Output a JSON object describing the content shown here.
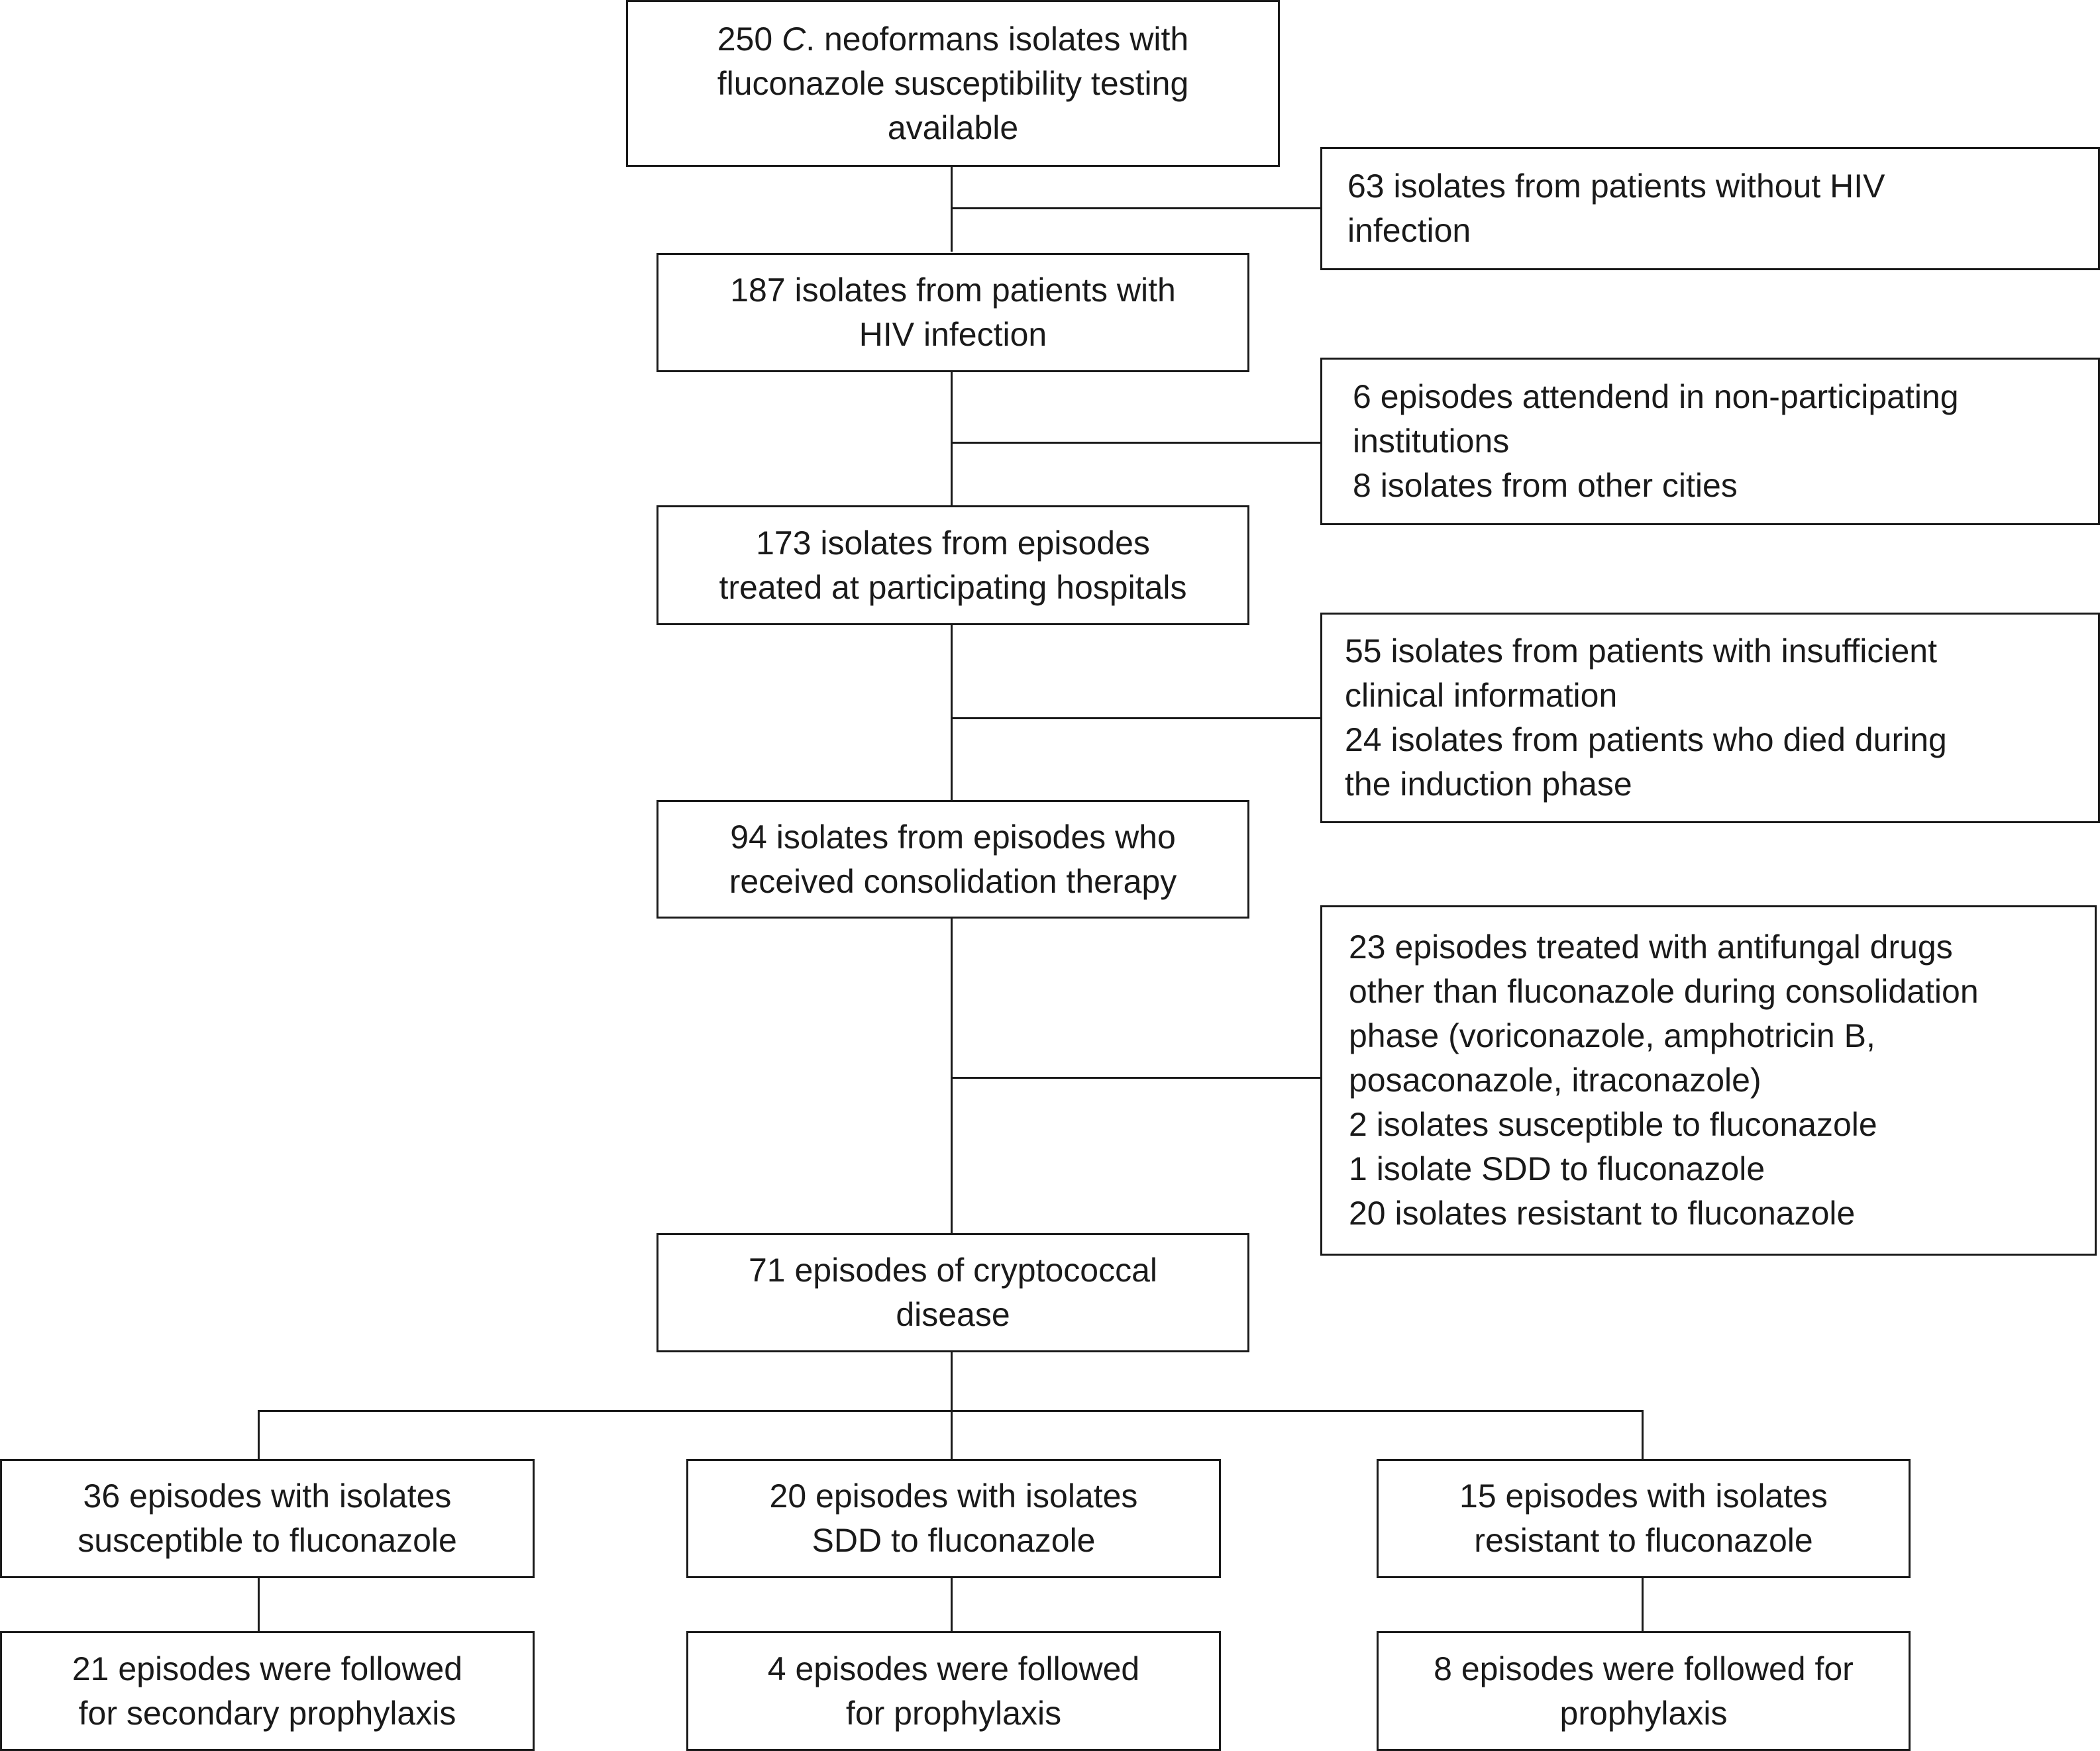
{
  "boxes": {
    "start": [
      "250 ",
      "C",
      ". neoformans isolates with",
      "fluconazole susceptibility testing",
      "available"
    ],
    "excl_hiv": [
      "63 isolates from patients without HIV",
      "infection"
    ],
    "hiv": [
      "187 isolates from patients with",
      "HIV infection"
    ],
    "excl_institutions": [
      "6 episodes attendend in non-participating",
      "institutions",
      "8 isolates from other cities"
    ],
    "participating": [
      "173 isolates from episodes",
      "treated at participating hospitals"
    ],
    "excl_info": [
      "55 isolates from patients with insufficient",
      "clinical information",
      "24 isolates from patients who died during",
      "the induction phase"
    ],
    "consolidation": [
      "94 isolates from episodes who",
      "received consolidation therapy"
    ],
    "excl_drugs": [
      "23 episodes treated with antifungal drugs",
      "other than fluconazole during consolidation",
      "phase (voriconazole, amphotricin B,",
      "posaconazole, itraconazole)",
      "2 isolates susceptible to fluconazole",
      "1 isolate SDD to fluconazole",
      "20 isolates resistant to fluconazole"
    ],
    "episodes": [
      "71 episodes of cryptococcal",
      "disease"
    ],
    "susceptible": [
      "36 episodes with isolates",
      "susceptible to fluconazole"
    ],
    "sdd": [
      "20 episodes with isolates",
      "SDD to fluconazole"
    ],
    "resistant": [
      "15 episodes with isolates",
      "resistant to fluconazole"
    ],
    "followed_susceptible": [
      "21 episodes were followed",
      "for secondary prophylaxis"
    ],
    "followed_sdd": [
      "4 episodes were followed",
      "for prophylaxis"
    ],
    "followed_resistant": [
      "8 episodes were followed for",
      "prophylaxis"
    ]
  }
}
